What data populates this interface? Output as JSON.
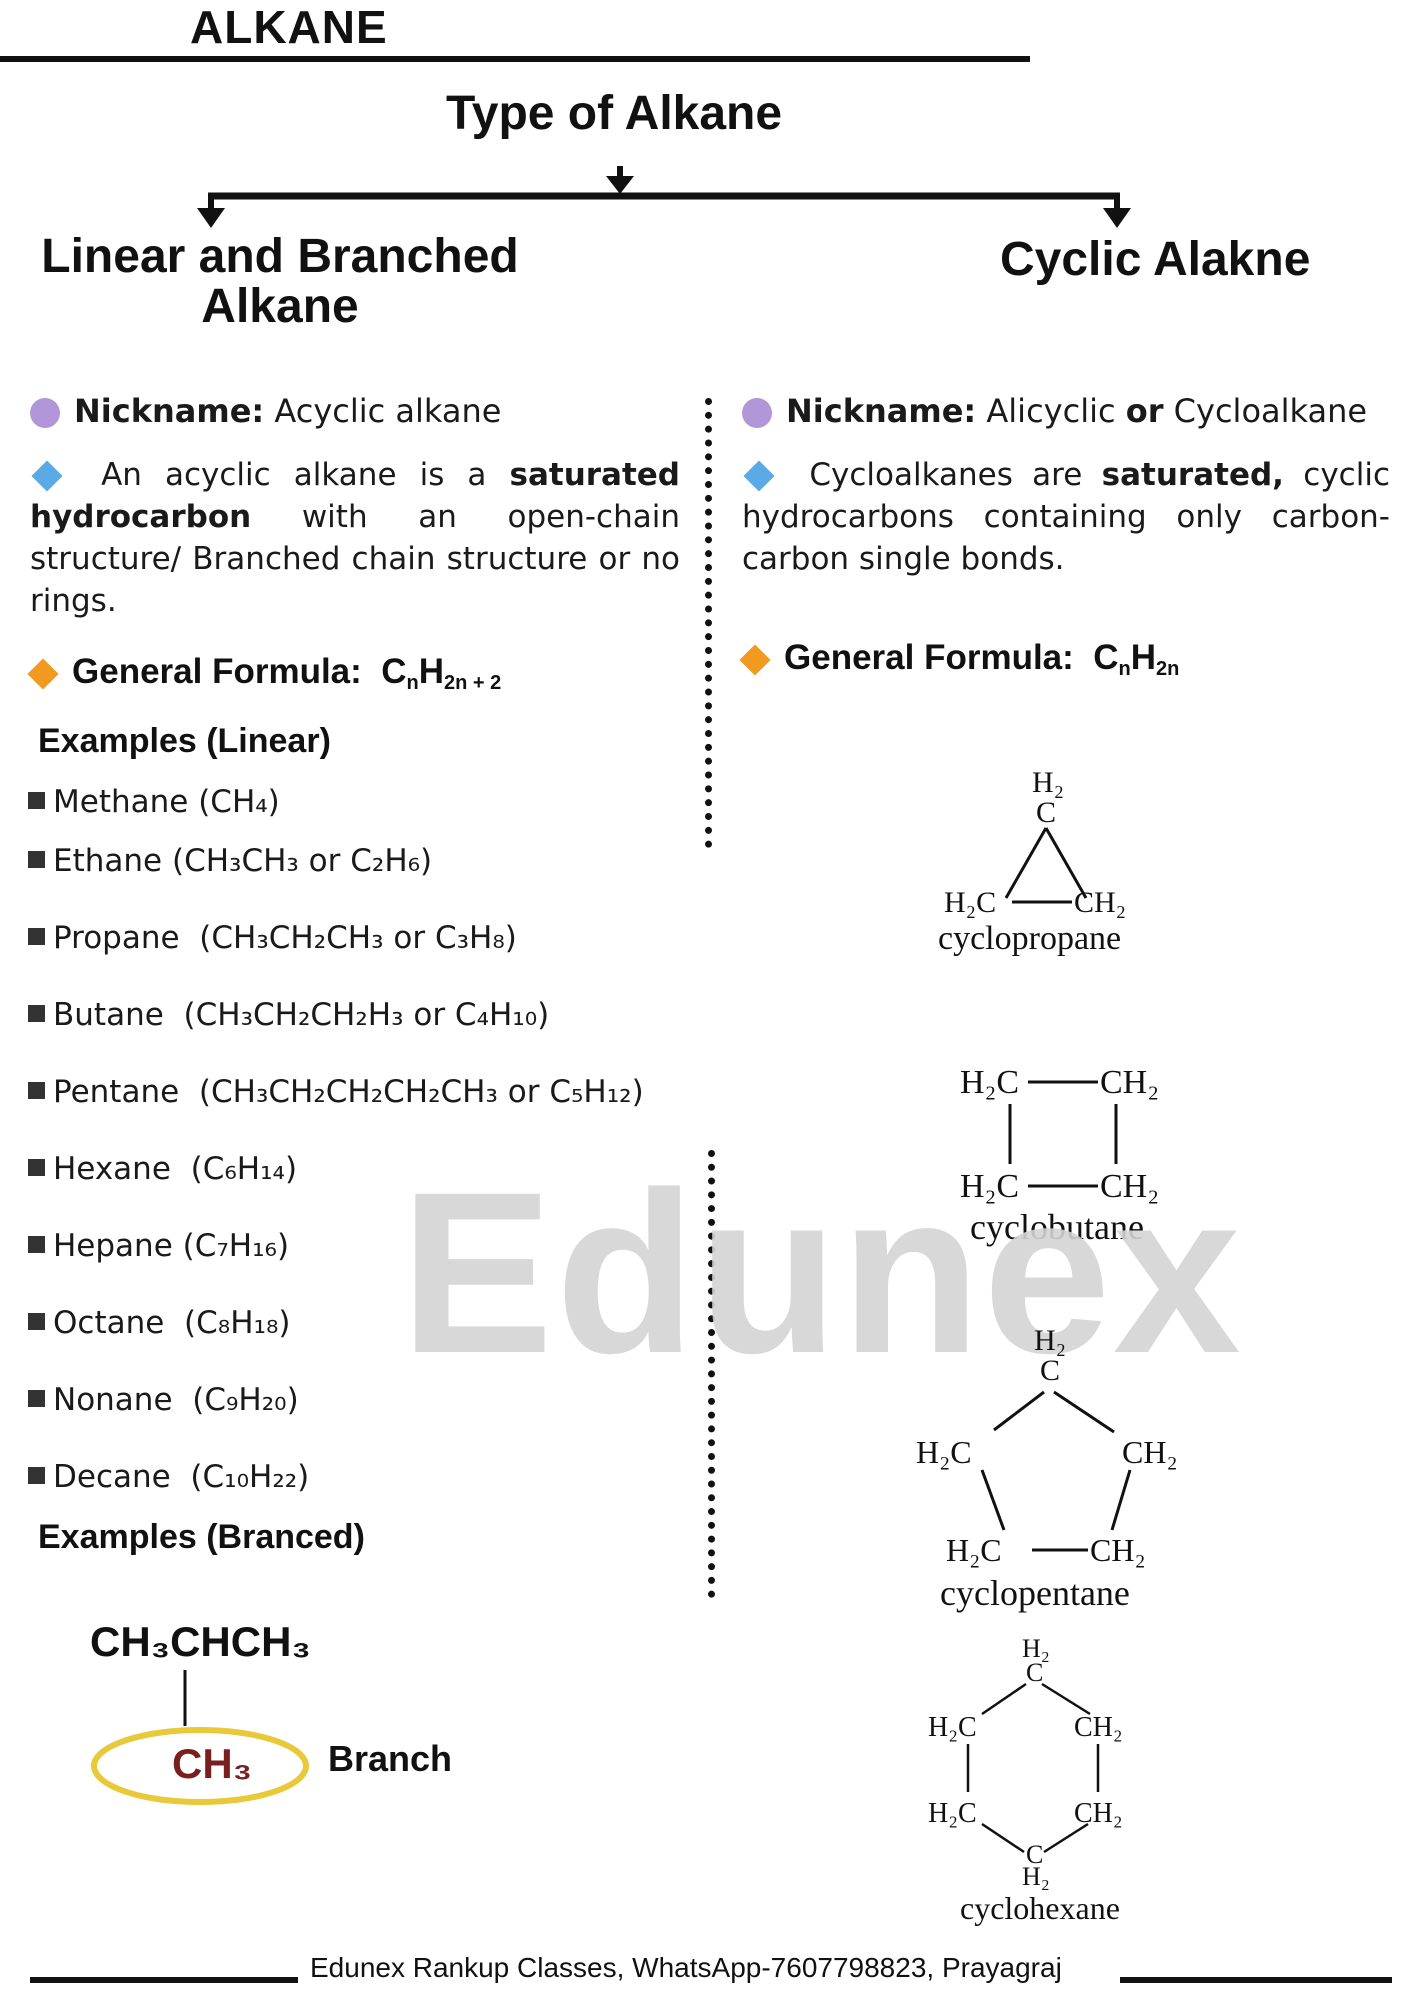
{
  "header": {
    "title": "ALKANE"
  },
  "tree": {
    "root": "Type of Alkane",
    "left": "Linear and Branched Alkane",
    "left_line1": "Linear and Branched",
    "left_line2": "Alkane",
    "right": "Cyclic Alakne"
  },
  "left": {
    "nickname_label": "Nickname:",
    "nickname_value": "Acyclic alkane",
    "def_p1": "An acyclic alkane is a",
    "def_bold1": "saturated",
    "def_bold2": "hydrocarbon",
    "def_p2": "with an open-chain structure/ Branched chain structure or no rings.",
    "formula_label": "General Formula:",
    "formula_C": "C",
    "formula_n": "n",
    "formula_H": "H",
    "formula_sub": "2n + 2",
    "examples_linear": "Examples (Linear)",
    "items": [
      {
        "name": "Methane",
        "formula": "(CH₄)"
      },
      {
        "name": "Ethane",
        "formula": "(CH₃CH₃ or C₂H₆)"
      },
      {
        "name": "Propane",
        "formula": "(CH₃CH₂CH₃ or C₃H₈)"
      },
      {
        "name": "Butane",
        "formula": "(CH₃CH₂CH₂H₃ or C₄H₁₀)"
      },
      {
        "name": "Pentane",
        "formula": "(CH₃CH₂CH₂CH₂CH₃ or C₅H₁₂)"
      },
      {
        "name": "Hexane",
        "formula": "(C₆H₁₄)"
      },
      {
        "name": "Hepane",
        "formula": "(C₇H₁₆)"
      },
      {
        "name": "Octane",
        "formula": "(C₈H₁₈)"
      },
      {
        "name": "Nonane",
        "formula": "(C₉H₂₀)"
      },
      {
        "name": "Decane",
        "formula": "(C₁₀H₂₂)"
      }
    ],
    "examples_branched": "Examples (Branced)",
    "branched_formula": "CH₃CHCH₃",
    "branch_group": "CH₃",
    "branch_label": "Branch"
  },
  "right": {
    "nickname_label": "Nickname:",
    "nickname_value1": "Alicyclic",
    "nickname_or": "or",
    "nickname_value2": "Cycloalkane",
    "def_p1": "Cycloalkanes are",
    "def_bold": "saturated,",
    "def_p2": "cyclic hydrocarbons containing only carbon-carbon single bonds.",
    "formula_label": "General Formula:",
    "formula_C": "C",
    "formula_n": "n",
    "formula_H": "H",
    "formula_sub": "2n",
    "structures": {
      "ch2": "CH₂",
      "h2c": "H₂C",
      "h2": "H₂",
      "c": "C",
      "cyclopropane": "cyclopropane",
      "cyclobutane": "cyclobutane",
      "cyclopentane": "cyclopentane",
      "cyclohexane": "cyclohexane"
    }
  },
  "watermark": "Edunex",
  "footer": "Edunex Rankup Classes, WhatsApp-7607798823, Prayagraj",
  "colors": {
    "nickname_dot": "#b196d8",
    "blue_diamond": "#5aaae6",
    "orange_diamond": "#f29a1f",
    "branch_ellipse": "#e8c93a",
    "branch_text": "#7a1f1f"
  }
}
